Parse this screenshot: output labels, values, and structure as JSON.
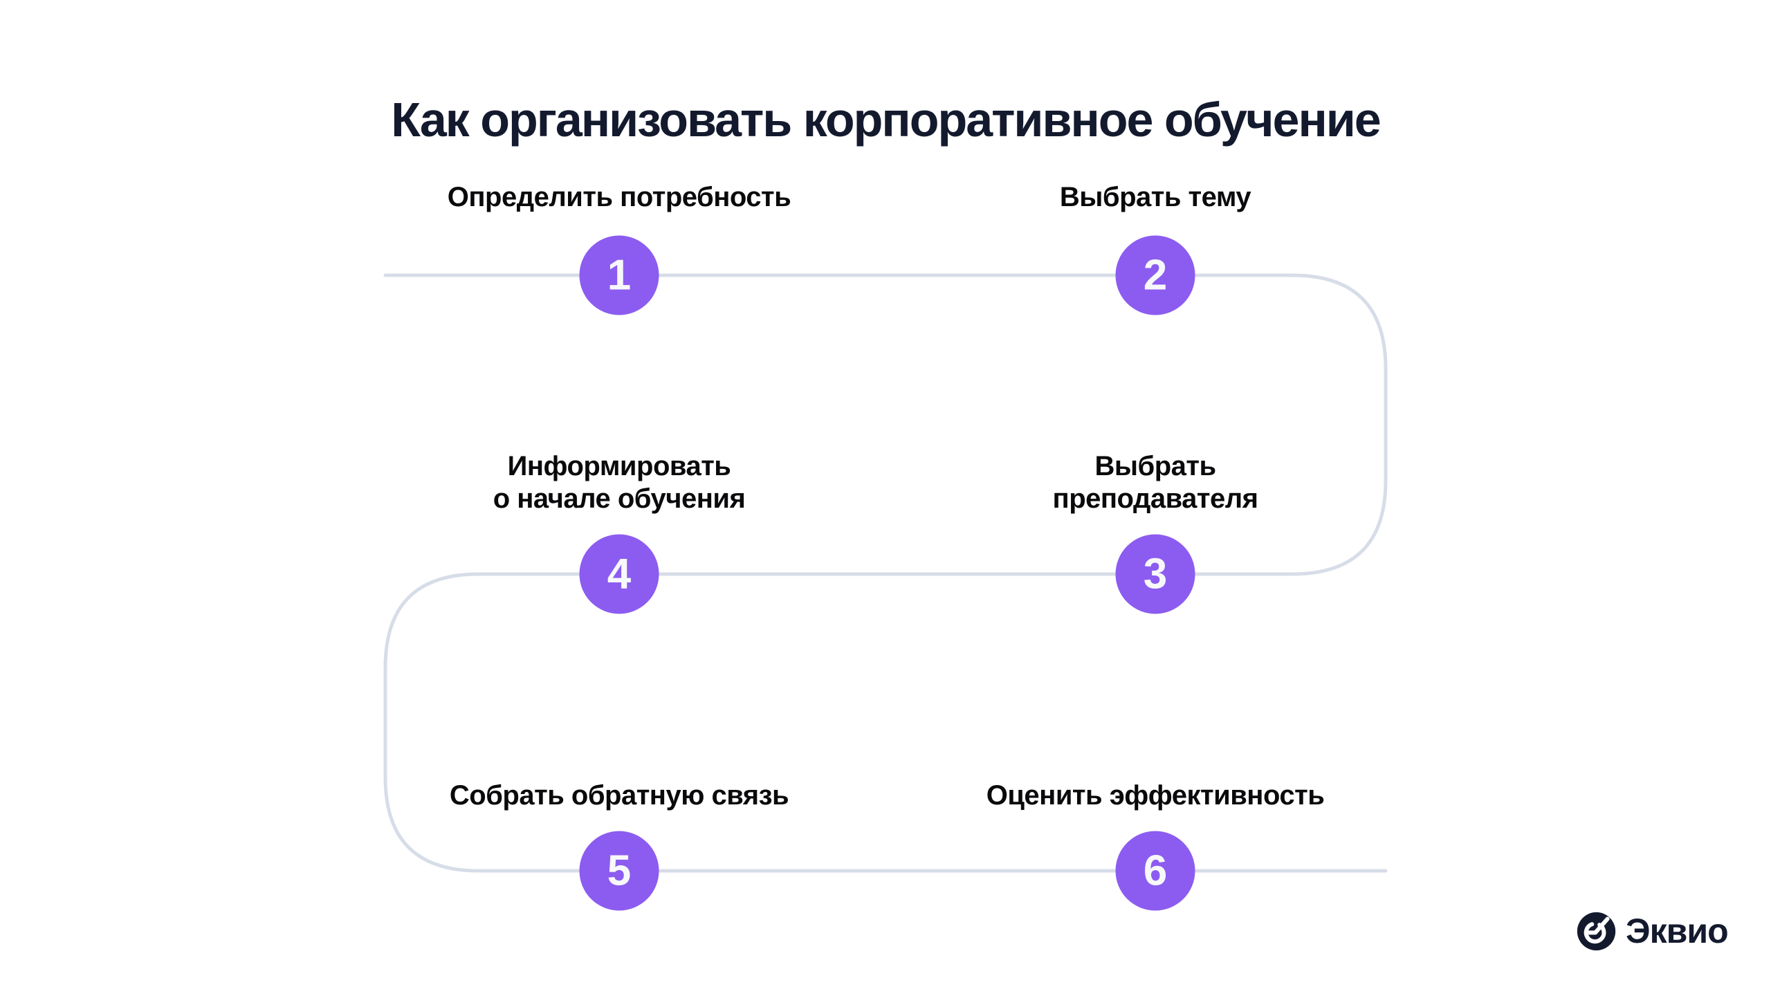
{
  "title": "Как организовать корпоративное обучение",
  "steps": [
    {
      "number": "1",
      "label": "Определить потребность"
    },
    {
      "number": "2",
      "label": "Выбрать тему"
    },
    {
      "number": "3",
      "label": "Выбрать\nпреподавателя"
    },
    {
      "number": "4",
      "label": "Информировать\nо начале обучения"
    },
    {
      "number": "5",
      "label": "Собрать обратную связь"
    },
    {
      "number": "6",
      "label": "Оценить эффективность"
    }
  ],
  "logo": {
    "name": "Эквио"
  },
  "colors": {
    "accent": "#8C5CF0",
    "line": "#D7DDE8",
    "title": "#141A2E",
    "label": "#0A0A0C",
    "number_text": "#F7F8FA"
  }
}
